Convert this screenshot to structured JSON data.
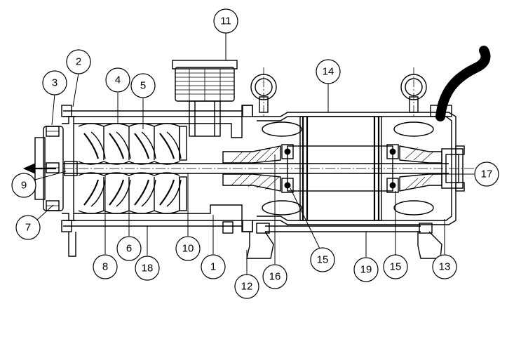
{
  "callouts": [
    {
      "label": "1",
      "key": "c1"
    },
    {
      "label": "2",
      "key": "c2"
    },
    {
      "label": "3",
      "key": "c3"
    },
    {
      "label": "4",
      "key": "c4"
    },
    {
      "label": "5",
      "key": "c5"
    },
    {
      "label": "6",
      "key": "c6"
    },
    {
      "label": "7",
      "key": "c7"
    },
    {
      "label": "8",
      "key": "c8"
    },
    {
      "label": "9",
      "key": "c9"
    },
    {
      "label": "10",
      "key": "c10"
    },
    {
      "label": "11",
      "key": "c11"
    },
    {
      "label": "12",
      "key": "c12"
    },
    {
      "label": "13",
      "key": "c13"
    },
    {
      "label": "14",
      "key": "c14"
    },
    {
      "label": "15",
      "key": "c15a"
    },
    {
      "label": "15",
      "key": "c15b"
    },
    {
      "label": "16",
      "key": "c16"
    },
    {
      "label": "17",
      "key": "c17"
    },
    {
      "label": "18",
      "key": "c18"
    },
    {
      "label": "19",
      "key": "c19"
    }
  ]
}
